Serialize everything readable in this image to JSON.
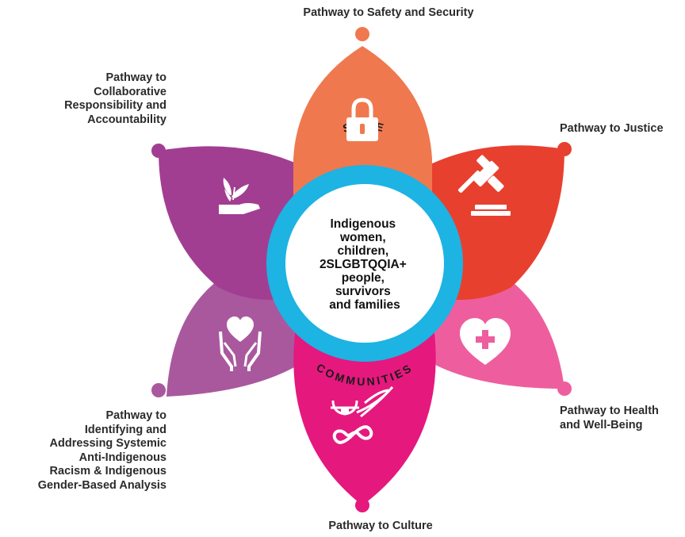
{
  "colors": {
    "safety": "#F0784E",
    "justice": "#E8402F",
    "health": "#EE5E9E",
    "culture": "#E5187E",
    "racism": "#A9589E",
    "collab": "#A23E92",
    "ring": "#1DB3E3",
    "label_text": "#2B2B2B"
  },
  "pathways": {
    "safety": {
      "lines": [
        "Pathway to Safety and Security"
      ],
      "icon": "lock-icon"
    },
    "justice": {
      "lines": [
        "Pathway to Justice"
      ],
      "icon": "gavel-icon"
    },
    "health": {
      "lines": [
        "Pathway to Health",
        "and Well-Being"
      ],
      "icon": "heart-plus-icon"
    },
    "culture": {
      "lines": [
        "Pathway to Culture"
      ],
      "icon": "culture-icon"
    },
    "racism": {
      "lines": [
        "Pathway to",
        "Identifying and",
        "Addressing Systemic",
        "Anti-Indigenous",
        "Racism & Indigenous",
        "Gender-Based Analysis"
      ],
      "icon": "hands-heart-icon"
    },
    "collab": {
      "lines": [
        "Pathway to",
        "Collaborative",
        "Responsibility and",
        "Accountability"
      ],
      "icon": "hand-plant-icon"
    }
  },
  "center": {
    "ring_top": "SAFE",
    "ring_bottom": "COMMUNITIES",
    "lines": [
      "Indigenous",
      "women,",
      "children,",
      "2SLGBTQQIA+",
      "people,",
      "survivors",
      "and families"
    ]
  }
}
